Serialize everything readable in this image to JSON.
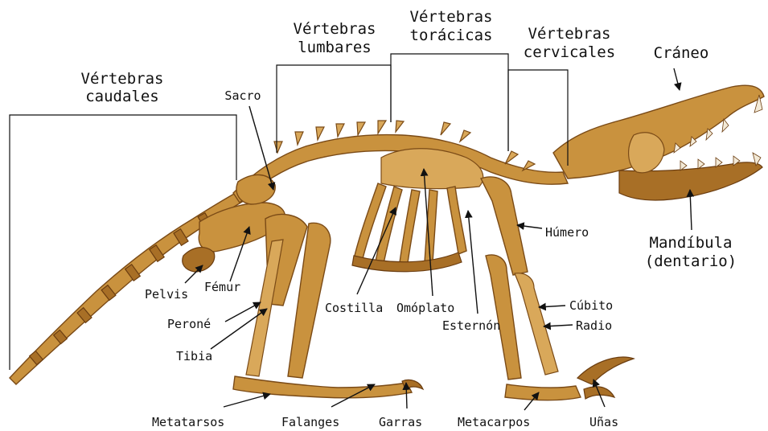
{
  "labels": {
    "caudales_1": "Vértebras",
    "caudales_2": "caudales",
    "lumbares_1": "Vértebras",
    "lumbares_2": "lumbares",
    "toracicas_1": "Vértebras",
    "toracicas_2": "torácicas",
    "cervicales_1": "Vértebras",
    "cervicales_2": "cervicales",
    "craneo": "Cráneo",
    "sacro": "Sacro",
    "humero": "Húmero",
    "mandibula_1": "Mandíbula",
    "mandibula_2": "(dentario)",
    "pelvis": "Pelvis",
    "femur": "Fémur",
    "perone": "Peroné",
    "tibia": "Tibia",
    "costilla": "Costilla",
    "omoplato": "Omóplato",
    "esternon": "Esternón",
    "cubito": "Cúbito",
    "radio": "Radio",
    "metatarsos": "Metatarsos",
    "falanges": "Falanges",
    "garras": "Garras",
    "metacarpos": "Metacarpos",
    "unas": "Uñas"
  },
  "colors": {
    "bone": "#c9923e",
    "bone_shadow": "#a86f26",
    "bone_outline": "#7a4a16",
    "tooth": "#f3ead7",
    "line": "#111111",
    "background": "#ffffff"
  }
}
